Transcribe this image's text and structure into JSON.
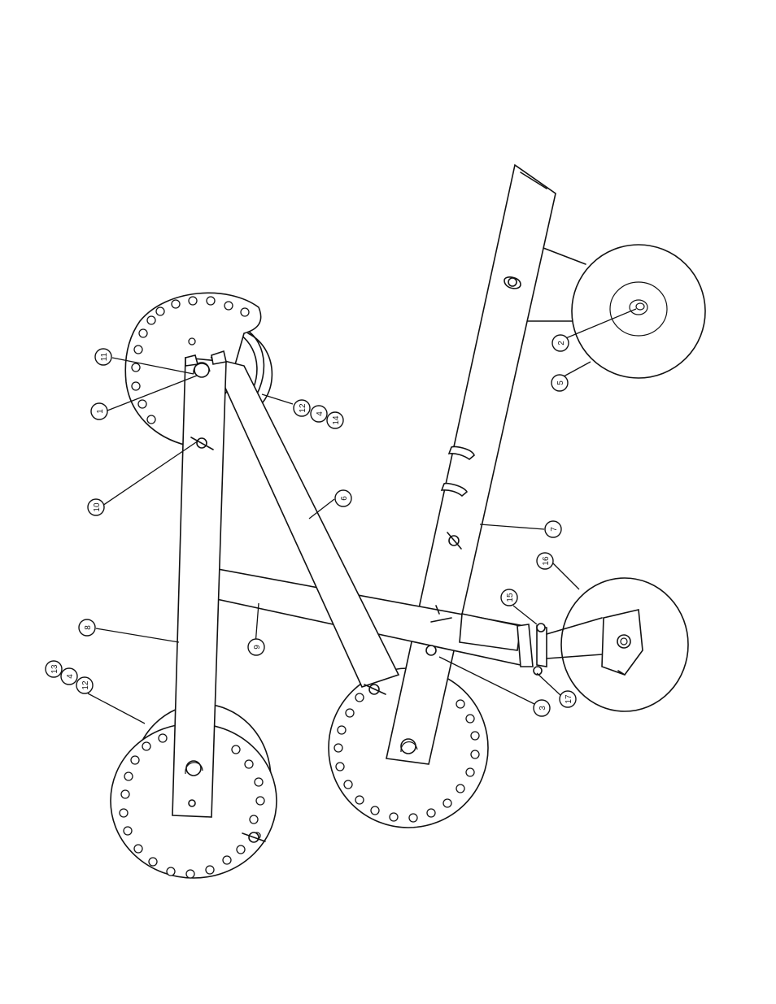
{
  "callouts": [
    {
      "id": "c11",
      "label": "11"
    },
    {
      "id": "c1",
      "label": "1"
    },
    {
      "id": "c10",
      "label": "10"
    },
    {
      "id": "c12a",
      "label": "12"
    },
    {
      "id": "c4a",
      "label": "4"
    },
    {
      "id": "c14",
      "label": "14"
    },
    {
      "id": "c6",
      "label": "6"
    },
    {
      "id": "c2",
      "label": "2"
    },
    {
      "id": "c5",
      "label": "5"
    },
    {
      "id": "c7",
      "label": "7"
    },
    {
      "id": "c16",
      "label": "16"
    },
    {
      "id": "c15",
      "label": "15"
    },
    {
      "id": "c17",
      "label": "17"
    },
    {
      "id": "c3",
      "label": "3"
    },
    {
      "id": "c9",
      "label": "9"
    },
    {
      "id": "c8",
      "label": "8"
    },
    {
      "id": "c13",
      "label": "13"
    },
    {
      "id": "c4b",
      "label": "4"
    },
    {
      "id": "c12b",
      "label": "12"
    }
  ]
}
